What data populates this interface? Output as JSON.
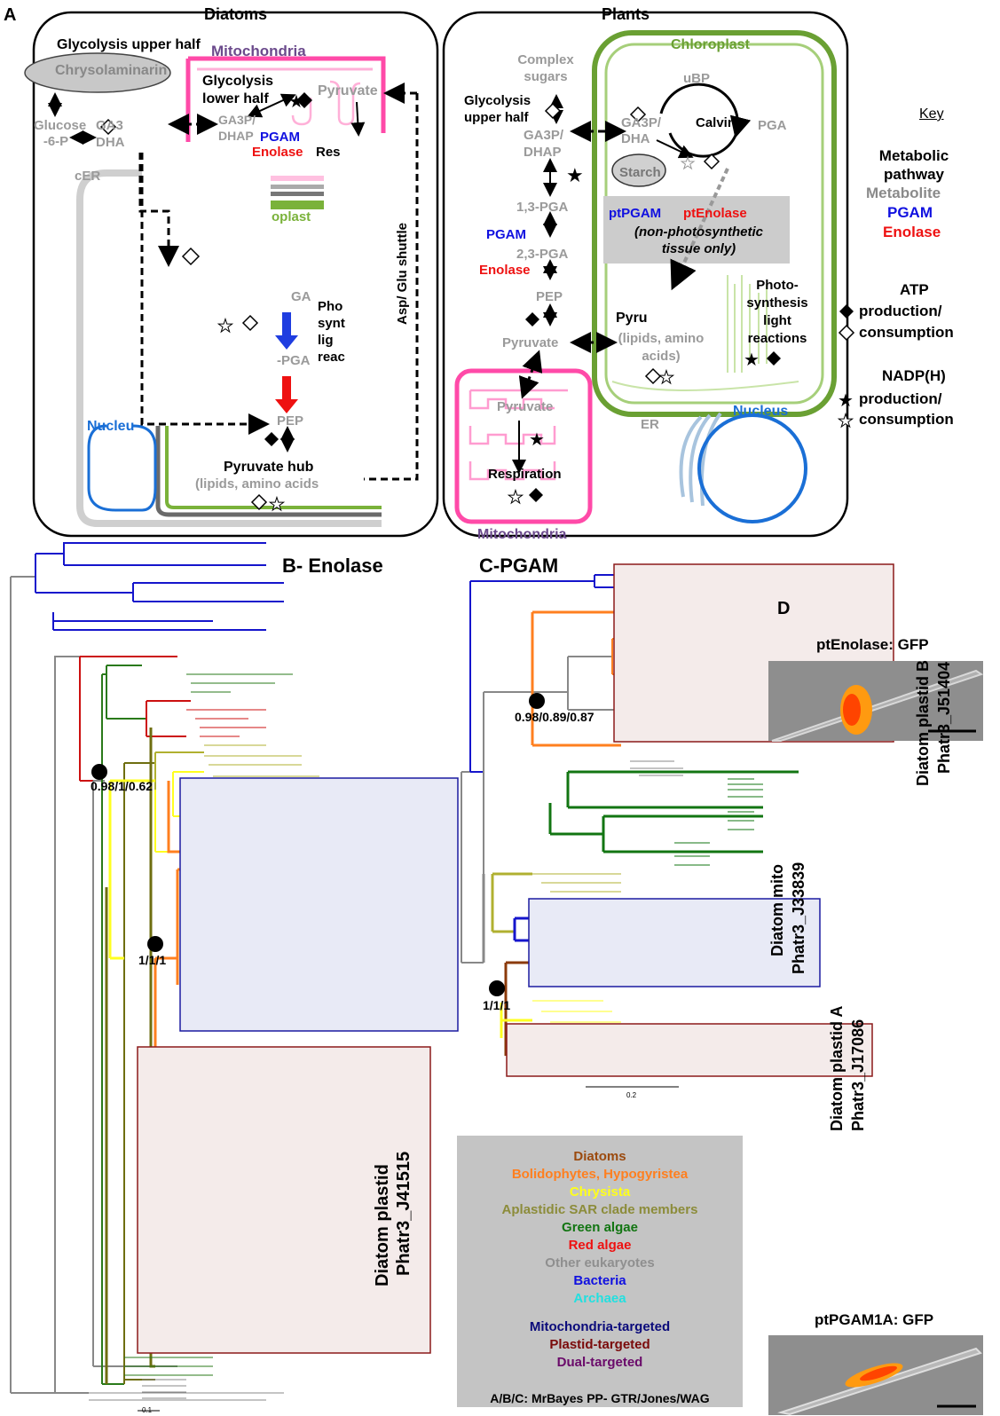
{
  "panelA": {
    "letter": "A",
    "diatoms_title": "Diatoms",
    "plants_title": "Plants",
    "diatoms": {
      "glycolysis_upper": "Glycolysis upper half",
      "chrysolaminarin": "Chrysolaminarin",
      "mitochondria": "Mitochondria",
      "glycolysis_lower": "Glycolysis lower half",
      "pyruvate_mito": "Pyruvate",
      "glucose6p": "Glucose -6-P",
      "ga3_dhap_cyto": "GA3 DHA",
      "ga3p_dhap_mito": "GA3P/ DHAP",
      "pgam": "PGAM",
      "enolase": "Enolase",
      "respiration": "Res",
      "cer": "cER",
      "plastid": "oplast",
      "ga": "GA",
      "photo": "Pho synt lig reac",
      "pga": "-PGA",
      "pep": "PEP",
      "nucleus": "Nucleu",
      "hub_title": "Pyruvate hub",
      "hub_sub": "(lipids, amino acids",
      "shuttle": "Asp/ Glu shuttle"
    },
    "plants": {
      "chloroplast": "Chloroplast",
      "complex_sugars": "Complex sugars",
      "rubp": "uBP",
      "glycolysis_upper": "Glycolysis upper half",
      "ga3p_dhap": "GA3P/ DHAP",
      "ga3p_chloro": "GA3P/ DHA",
      "calvin": "Calvin",
      "pga3": "PGA",
      "starch": "Starch",
      "pga13": "1,3-PGA",
      "ptpgam": "ptPGAM",
      "ptenolase": "ptEnolase",
      "nonphoto": "(non-photosynthetic tissue only)",
      "pgam": "PGAM",
      "pga23": "2,3-PGA",
      "enolase": "Enolase",
      "pep": "PEP",
      "pyruvate": "Pyruvate",
      "pyr_chloro": "Pyru",
      "lipids": "(lipids, amino acids)",
      "photo_light": "Photo- synthesis light reactions",
      "pyruvate_mito": "Pyruvate",
      "respiration": "Respiration",
      "er": "ER",
      "nucleus": "Nucleus",
      "mitochondria": "Mitochondria"
    },
    "key": {
      "title": "Key",
      "metabolic": "Metabolic pathway",
      "metabolite": "Metabolite",
      "pgam": "PGAM",
      "enolase": "Enolase",
      "atp": "ATP",
      "atp_prod": "production/",
      "atp_cons": "consumption",
      "nadph": "NADP(H)",
      "nadph_prod": "production/",
      "nadph_cons": "consumption"
    }
  },
  "panelB": {
    "title": "B- Enolase",
    "node1": "0.98/1/0.62",
    "node2": "1/1/1",
    "plastid_label_1": "Diatom plastid",
    "plastid_label_2": "Phatr3_J41515",
    "scale": "0.1"
  },
  "panelC": {
    "title": "C-PGAM",
    "node1": "0.98/0.89/0.87",
    "node2": "1/1/1",
    "box_b_1": "Diatom plastid B",
    "box_b_2": "Phatr3_J51404",
    "box_mito_1": "Diatom mito",
    "box_mito_2": "Phatr3_J33839",
    "box_a_1": "Diatom plastid A",
    "box_a_2": "Phatr3_J17086",
    "scale": "0.2"
  },
  "legend": {
    "items": [
      {
        "text": "Diatoms",
        "color": "#9b4a0e"
      },
      {
        "text": "Bolidophytes, Hypogyristea",
        "color": "#ff7f1f"
      },
      {
        "text": "Chrysista",
        "color": "#ffff1a"
      },
      {
        "text": "Aplastidic SAR clade members",
        "color": "#8c8c3a"
      },
      {
        "text": "Green algae",
        "color": "#127512"
      },
      {
        "text": "Red algae",
        "color": "#ee1111"
      },
      {
        "text": "Other eukaryotes",
        "color": "#8f8f8f"
      },
      {
        "text": "Bacteria",
        "color": "#1010e0"
      },
      {
        "text": "Archaea",
        "color": "#22e0e0"
      }
    ],
    "targets": [
      {
        "text": "Mitochondria-targeted",
        "color": "#0a0a7a"
      },
      {
        "text": "Plastid-targeted",
        "color": "#7a0a0a"
      },
      {
        "text": "Dual-targeted",
        "color": "#6a0a6a"
      }
    ],
    "method": "A/B/C: MrBayes PP- GTR/Jones/WAG"
  },
  "panelD": {
    "letter": "D",
    "img1_title": "ptEnolase: GFP",
    "img2_title": "ptPGAM1A: GFP"
  }
}
